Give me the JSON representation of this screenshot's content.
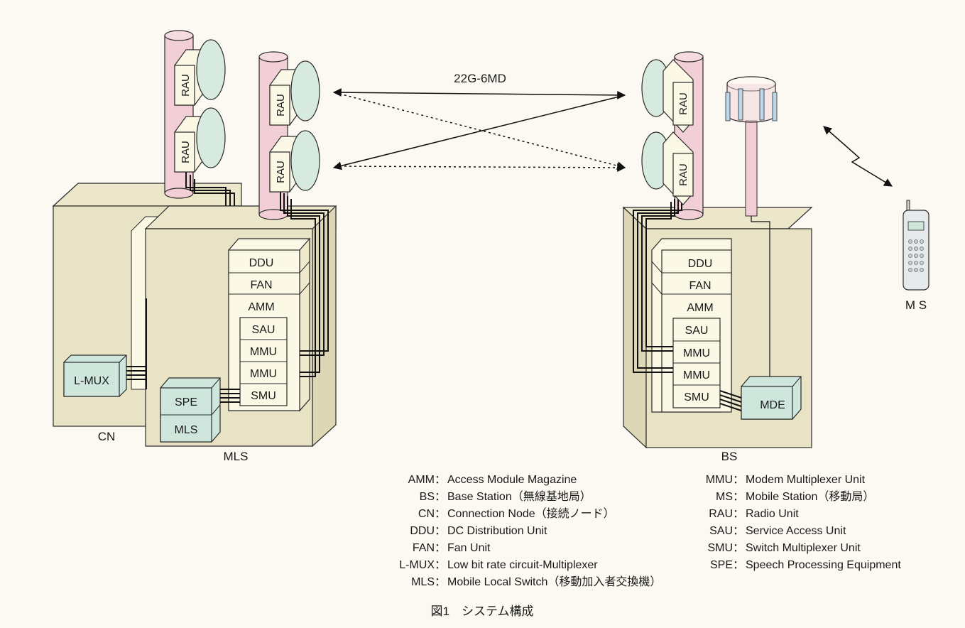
{
  "link_label": "22G-6MD",
  "colors": {
    "building": "#e8e3c4",
    "building_edge": "#2a2a2a",
    "tower": "#f2cfd6",
    "unit_green": "#cfe6dc",
    "unit_cream": "#fbf8e6",
    "dish": "#d6eadf",
    "line": "#111111"
  },
  "rau_label": "RAU",
  "left_station": {
    "name": "MLS",
    "rack": [
      "DDU",
      "FAN",
      "AMM",
      "SAU",
      "MMU",
      "MMU",
      "SMU"
    ],
    "spe": "SPE",
    "mls": "MLS"
  },
  "cn": {
    "name": "CN",
    "lmux": "L-MUX"
  },
  "bs": {
    "name": "BS",
    "rack": [
      "DDU",
      "FAN",
      "AMM",
      "SAU",
      "MMU",
      "MMU",
      "SMU"
    ],
    "mde": "MDE"
  },
  "ms": {
    "name": "M S"
  },
  "legend_left": [
    {
      "abbr": "AMM",
      "text": "Access Module Magazine"
    },
    {
      "abbr": "BS",
      "text": "Base Station（無線基地局）"
    },
    {
      "abbr": "CN",
      "text": "Connection Node（接続ノード）"
    },
    {
      "abbr": "DDU",
      "text": "DC Distribution Unit"
    },
    {
      "abbr": "FAN",
      "text": "Fan Unit"
    },
    {
      "abbr": "L-MUX",
      "text": "Low bit rate circuit-Multiplexer"
    },
    {
      "abbr": "MLS",
      "text": "Mobile Local Switch（移動加入者交換機）"
    }
  ],
  "legend_right": [
    {
      "abbr": "MMU",
      "text": "Modem Multiplexer Unit"
    },
    {
      "abbr": "MS",
      "text": "Mobile Station（移動局）"
    },
    {
      "abbr": "RAU",
      "text": "Radio Unit"
    },
    {
      "abbr": "SAU",
      "text": "Service Access Unit"
    },
    {
      "abbr": "SMU",
      "text": "Switch Multiplexer Unit"
    },
    {
      "abbr": "SPE",
      "text": "Speech Processing Equipment"
    }
  ],
  "caption": "図1　システム構成"
}
